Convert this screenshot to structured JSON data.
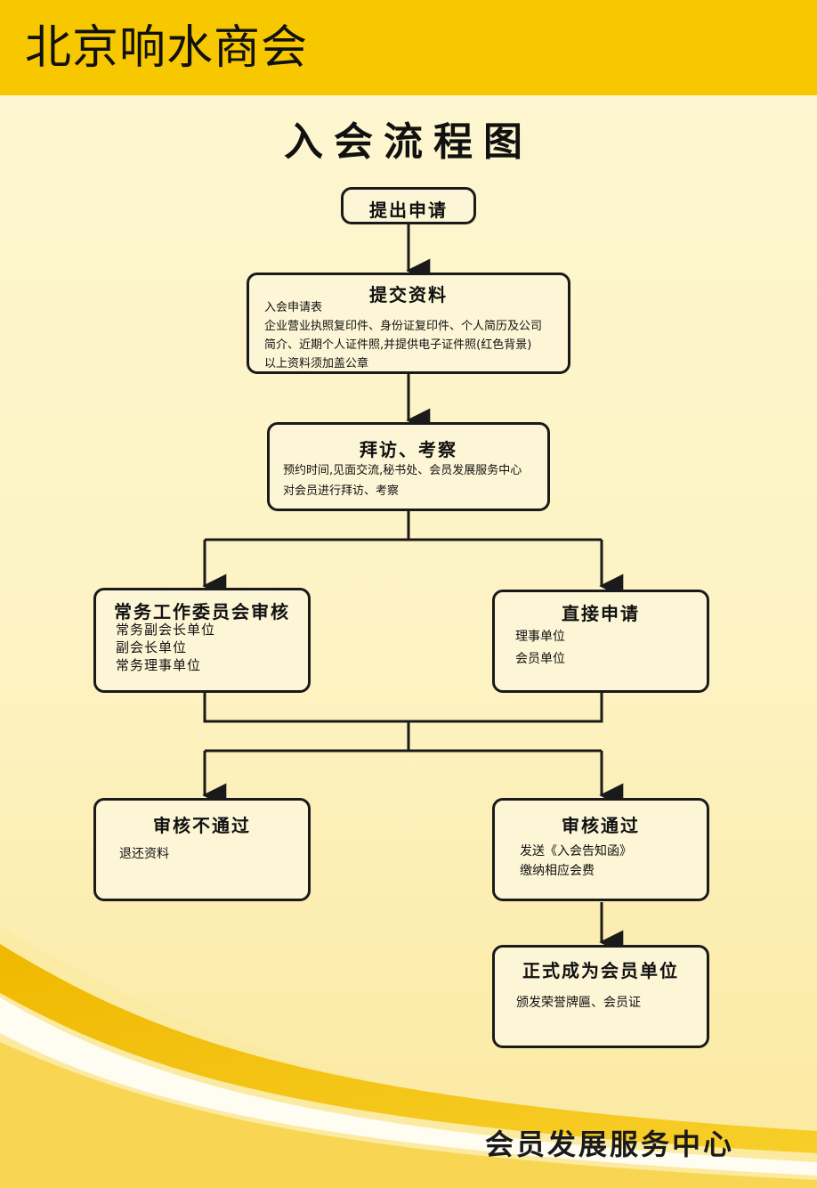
{
  "header": {
    "title": "北京响水商会"
  },
  "page_title": "入会流程图",
  "nodes": {
    "apply": {
      "title": "提出申请"
    },
    "submit": {
      "title": "提交资料",
      "lines": [
        "入会申请表",
        "企业营业执照复印件、身份证复印件、个人简历及公司",
        "简介、近期个人证件照,并提供电子证件照(红色背景)",
        "以上资料须加盖公章"
      ]
    },
    "visit": {
      "title": "拜访、考察",
      "lines": [
        "预约时间,见面交流,秘书处、会员发展服务中心",
        "对会员进行拜访、考察"
      ]
    },
    "committee": {
      "title": "常务工作委员会审核",
      "lines": [
        "常务副会长单位",
        "副会长单位",
        "常务理事单位"
      ]
    },
    "direct": {
      "title": "直接申请",
      "lines": [
        "理事单位",
        "会员单位"
      ]
    },
    "rejected": {
      "title": "审核不通过",
      "lines": [
        "退还资料"
      ]
    },
    "approved": {
      "title": "审核通过",
      "lines": [
        "发送《入会告知函》",
        "缴纳相应会费"
      ]
    },
    "member": {
      "title": "正式成为会员单位",
      "lines": [
        "颁发荣誉牌匾、会员证"
      ]
    }
  },
  "footer": {
    "org": "会员发展服务中心"
  },
  "colors": {
    "header": "#f7c800",
    "background": "#fdf4c8",
    "wave": "#f3c200",
    "line": "#1a1a1a"
  }
}
